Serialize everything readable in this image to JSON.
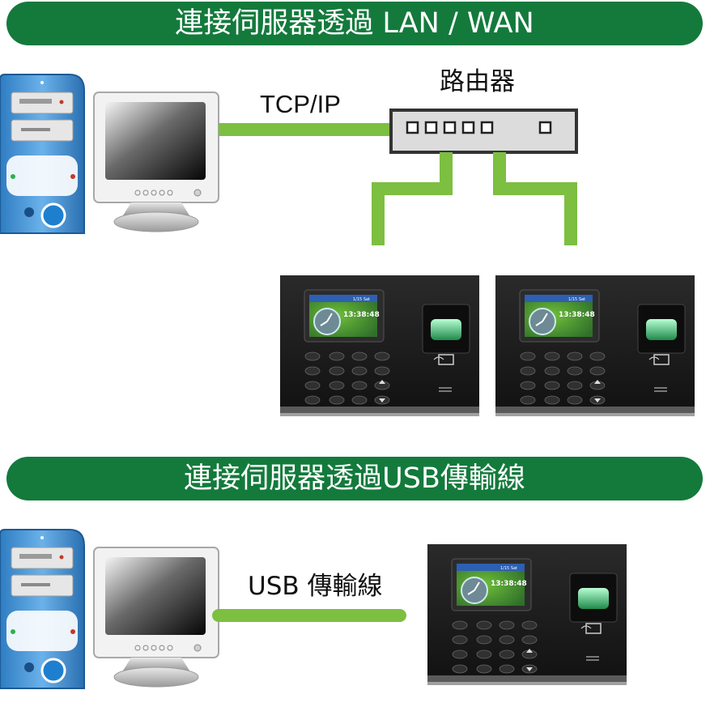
{
  "sections": {
    "lan": {
      "title": "連接伺服器透過 LAN / WAN",
      "link_label": "TCP/IP",
      "router_label": "路由器"
    },
    "usb": {
      "title": "連接伺服器透過USB傳輸線",
      "link_label": "USB 傳輸線"
    }
  },
  "device_screen": {
    "time": "13:38:48",
    "small": "1/15 Sat"
  },
  "colors": {
    "banner": "#137a3c",
    "cable": "#7dbf41",
    "router_body": "#dcdcdc",
    "terminal_body": "#1b1b1b",
    "pc_tower": "#4f9ad9"
  },
  "icons": [
    "computer-tower-icon",
    "crt-monitor-icon",
    "network-router-icon",
    "fingerprint-terminal-icon",
    "card-reader-icon"
  ]
}
